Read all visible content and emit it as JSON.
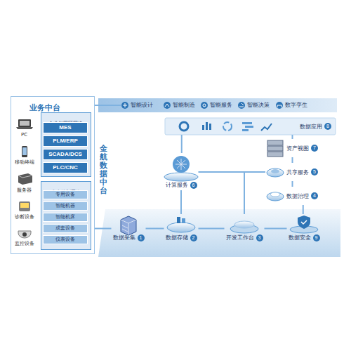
{
  "diagram": {
    "nodes": [
      {
        "text": [
          "业务中台"
        ]
      },
      {
        "text": [
          "PC"
        ],
        "in": 0
      },
      {
        "text": [
          "移动终端"
        ],
        "in": 0
      },
      {
        "text": [
          "服务器"
        ],
        "in": 0
      },
      {
        "text": [
          "诊断设备"
        ],
        "in": 0
      },
      {
        "text": [
          "监控设备"
        ],
        "in": 0
      },
      {
        "text": [
          "企业与园区网络"
        ],
        "in": 0
      },
      {
        "text": [
          "MES"
        ],
        "in": 6
      },
      {
        "text": [
          "PLM/ERP"
        ],
        "in": 6
      },
      {
        "text": [
          "SCADA/DCS"
        ],
        "in": 6
      },
      {
        "text": [
          "PLC/CNC"
        ],
        "in": 6
      },
      {
        "text": [
          "生产控制网络"
        ],
        "in": 0
      },
      {
        "text": [
          "专用设备"
        ],
        "in": 11
      },
      {
        "text": [
          "智能机器"
        ],
        "in": 11
      },
      {
        "text": [
          "智能机床"
        ],
        "in": 11
      },
      {
        "text": [
          "成套设备"
        ],
        "in": 11
      },
      {
        "text": [
          "仪表设备"
        ],
        "in": 11
      },
      {
        "text": [
          "智能设计"
        ]
      },
      {
        "text": [
          "智能制造"
        ]
      },
      {
        "text": [
          "智能服务"
        ]
      },
      {
        "text": [
          "智能决策"
        ]
      },
      {
        "text": [
          "数字孪生"
        ]
      },
      {
        "text": [
          "数据应用",
          "8"
        ]
      },
      {
        "text": [
          "资产视图",
          "7"
        ]
      },
      {
        "text": [
          "共享服务",
          "5"
        ]
      },
      {
        "text": [
          "计算服务",
          "6"
        ]
      },
      {
        "text": [
          "数据治理",
          "4"
        ]
      },
      {
        "text": [
          "数据采集",
          "1"
        ]
      },
      {
        "text": [
          "数据存储",
          "2"
        ]
      },
      {
        "text": [
          "开发工作台",
          "3"
        ]
      },
      {
        "text": [
          "数据安全",
          "9"
        ]
      }
    ],
    "edges": [
      {
        "from": 0,
        "to": 17,
        "arrow": "none"
      },
      {
        "from": 0,
        "to": 27,
        "arrow": "none"
      },
      {
        "from": 27,
        "to": 28,
        "arrow": "none"
      },
      {
        "from": 28,
        "to": 29,
        "arrow": "none"
      },
      {
        "from": 29,
        "to": 30,
        "arrow": "none"
      },
      {
        "from": 25,
        "to": 28,
        "arrow": "none"
      },
      {
        "from": 25,
        "to": 24,
        "arrow": "none"
      },
      {
        "from": 29,
        "to": 24,
        "arrow": "none"
      },
      {
        "from": 23,
        "to": 24,
        "arrow": "none"
      },
      {
        "from": 24,
        "to": 26,
        "arrow": "none"
      },
      {
        "from": 26,
        "to": 30,
        "arrow": "none"
      },
      {
        "from": 23,
        "to": 22,
        "arrow": "none"
      },
      {
        "from": 25,
        "to": 22,
        "arrow": "none"
      }
    ],
    "labels": [
      "金航数据中台"
    ]
  }
}
